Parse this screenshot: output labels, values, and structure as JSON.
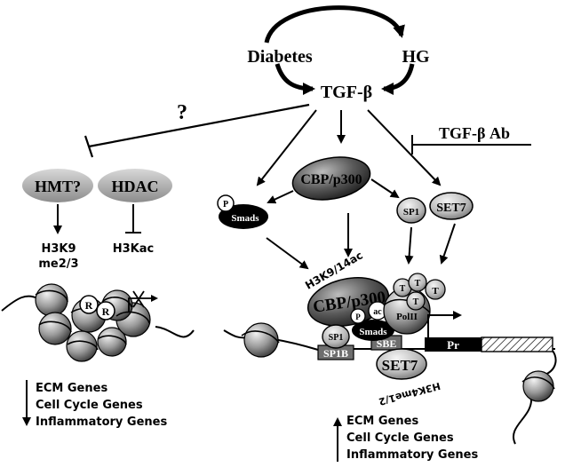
{
  "nodes": {
    "diabetes": "Diabetes",
    "hg": "HG",
    "tgf_beta": "TGF-β",
    "question_mark": "?",
    "tgf_beta_ab": "TGF-β Ab",
    "hmt": "HMT?",
    "hdac": "HDAC",
    "cbp_p300": "CBP/p300",
    "smads": "Smads",
    "p": "P",
    "sp1": "SP1",
    "set7": "SET7",
    "h3k9": "H3K9",
    "me23": "me2/3",
    "h3kac": "H3Kac"
  },
  "left_nucleosome": {
    "r1": "R",
    "r2": "R"
  },
  "left_genes": {
    "line1": "ECM Genes",
    "line2": "Cell Cycle Genes",
    "line3": "Inflammatory Genes"
  },
  "complex": {
    "h3k9_14ac": "H3K9/14ac",
    "cbp_p300": "CBP/p300",
    "t": "T",
    "pol2": "PolII",
    "p": "P",
    "ac": "ac",
    "smads": "Smads",
    "sp1": "SP1",
    "sbe": "SBE",
    "sp1b": "SP1B",
    "pr": "Pr",
    "set7": "SET7",
    "h3k4me12": "H3K4me1/2"
  },
  "right_genes": {
    "line1": "ECM Genes",
    "line2": "Cell Cycle Genes",
    "line3": "Inflammatory Genes"
  }
}
